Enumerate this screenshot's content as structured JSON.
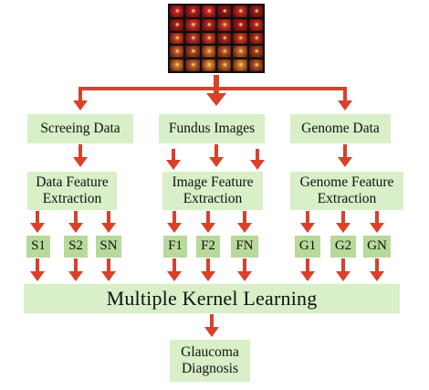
{
  "diagram": {
    "top_image": {
      "icon": "fundus-image-grid",
      "cell_colors": [
        "#c8202a",
        "#b81e1e",
        "#d8252a",
        "#8f1a1a",
        "#c42a22",
        "#9b1c1c",
        "#a51f1f",
        "#cf2f2a",
        "#b52222",
        "#d33a2a",
        "#b01a1a",
        "#c12525",
        "#d04428",
        "#b8332b",
        "#c9402a",
        "#a62a20",
        "#cc3a28",
        "#b33020",
        "#c45a2a",
        "#a84a22",
        "#d0702a",
        "#b8582a",
        "#c86a2a",
        "#a0401e",
        "#d07a2a",
        "#b8602a",
        "#e0852c",
        "#c06a2a",
        "#d8802c",
        "#b25a24"
      ]
    },
    "sources": [
      {
        "label": "Screeing Data"
      },
      {
        "label": "Fundus Images"
      },
      {
        "label": "Genome Data"
      }
    ],
    "extraction": [
      {
        "label": "Data Feature\nExtraction"
      },
      {
        "label": "Image Feature\nExtraction"
      },
      {
        "label": "Genome Feature\nExtraction"
      }
    ],
    "features": [
      [
        "S1",
        "S2",
        "SN"
      ],
      [
        "F1",
        "F2",
        "FN"
      ],
      [
        "G1",
        "G2",
        "GN"
      ]
    ],
    "mkl": {
      "label": "Multiple Kernel Learning"
    },
    "output": {
      "label": "Glaucoma\nDiagnosis"
    },
    "colors": {
      "arrow": "#d9412b",
      "box": "#d8efc8",
      "feature_box": "#b7d99a"
    }
  }
}
